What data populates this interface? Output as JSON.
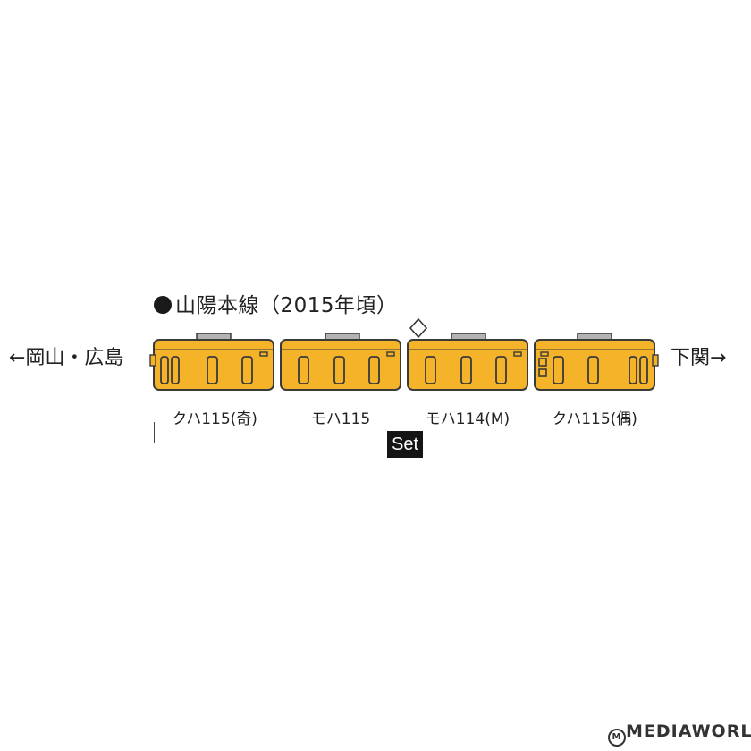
{
  "title": "山陽本線（2015年頃）",
  "direction_left": "←岡山・広島",
  "direction_right": "下関→",
  "cars": [
    {
      "label": "クハ115(奇)",
      "type": "cab-left"
    },
    {
      "label": "モハ115",
      "type": "middle"
    },
    {
      "label": "モハ114(M)",
      "type": "middle-motor"
    },
    {
      "label": "クハ115(偶)",
      "type": "cab-right"
    }
  ],
  "set_label": "Set",
  "logo_text": "MEDIAWORLD",
  "colors": {
    "car_body": "#f4b329",
    "outline": "#3a3a3a",
    "roof_unit": "#b3b3b3"
  }
}
